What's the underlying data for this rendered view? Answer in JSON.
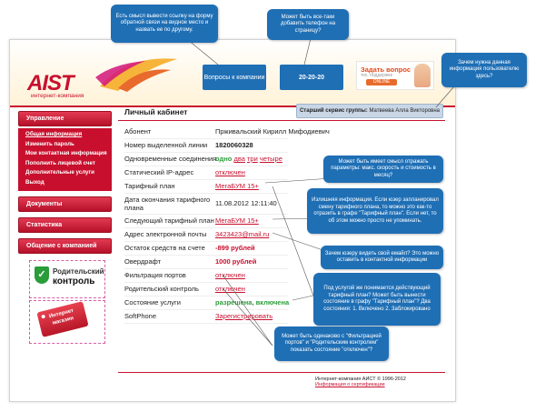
{
  "header": {
    "logo_text": "AIST",
    "logo_sub": "интернет-компания",
    "btn_questions": "Вопросы к компании",
    "btn_phone": "20-20-20",
    "ask_title": "Задать вопрос",
    "ask_sub": "тех. поддержке",
    "ask_btn": "ONLINE"
  },
  "sidebar": {
    "sections": [
      {
        "label": "Управление"
      },
      {
        "label": "Документы"
      },
      {
        "label": "Статистика"
      },
      {
        "label": "Общение с компанией"
      }
    ],
    "items": [
      {
        "label": "Общая информация"
      },
      {
        "label": "Изменить пароль"
      },
      {
        "label": "Мои контактная информация"
      },
      {
        "label": "Пополнить лицевой счет"
      },
      {
        "label": "Дополнительные услуги"
      },
      {
        "label": "Выход"
      }
    ],
    "parental_t1": "Родительский",
    "parental_t2": "контроль",
    "shop_t1": "Интернет",
    "shop_t2": "магазин"
  },
  "main": {
    "title": "Личный кабинет",
    "senior_label": "Старший сервис группы:",
    "senior_name": "Матвеева Алла Викторовна",
    "rows": [
      {
        "label": "Абонент",
        "value": "Прживальский Кирилл Мифодиевич"
      },
      {
        "label": "Номер выделенной линии",
        "value": "1820060328"
      },
      {
        "label": "Одновременные соединения",
        "v1": "одно",
        "v2": "два",
        "v3": "три",
        "v4": "четыре"
      },
      {
        "label": "Статический IP-адрес",
        "value": "отключен"
      },
      {
        "label": "Тарифный план",
        "value": "МегаБУМ 15+"
      },
      {
        "label": "Дата окончания тарифного плана",
        "value": "11.08.2012 12:11:40"
      },
      {
        "label": "Следующий тарифный план",
        "value": "МегаБУМ 15+"
      },
      {
        "label": "Адрес электронной почты",
        "value": "3423423@mail.ru"
      },
      {
        "label": "Остаток средств на счете",
        "value": "-899 рублей"
      },
      {
        "label": "Овердрафт",
        "value": "1000 рублей"
      },
      {
        "label": "Фильтрация портов",
        "value": "отключен"
      },
      {
        "label": "Родительский контроль",
        "value": "отключен"
      },
      {
        "label": "Состояние услуги",
        "value": "разрешена, включена"
      },
      {
        "label": "SoftPhone",
        "value": "Зарегистрировать"
      }
    ]
  },
  "footer": {
    "copyright": "Интернет-компания АИСТ © 1996-2012",
    "cert_link": "Информация о сертификации"
  },
  "callouts": {
    "c1": "Есть смысл вывести ссылку на форму обратной связи на видное место и назвать ее по другому.",
    "c2": "Может быть все-таки добавить телефон на страницу?",
    "c3": "Зачем нужна данная информация пользователю здесь?",
    "c4": "Может быть имеет смысл отражать параметры: макс. скорость и стоимость в месяц?",
    "c5": "Излишняя информация. Если юзер запланировал смену тарифного плана, то можно это как-то отразить в графе \"Тарифный план\". Если нет, то об этом можно просто не упоминать.",
    "c6": "Зачем юзеру видеть свой емайл? Это можно оставить в контактной информации",
    "c7": "Под услугой же понимается действующий тарифный план? Может быть вынести состояние в графу \"Тарифный план\"? Два состояния: 1. Включено 2. Заблокировано",
    "c8": "Может быть одинаково с \"Фильтрацией портов\" и \"Родительским контролем\" показать состояние \"отключен\"?"
  },
  "colors": {
    "brand_red": "#c8102e",
    "callout_blue": "#1f6fb5",
    "green": "#2a9c3a"
  }
}
